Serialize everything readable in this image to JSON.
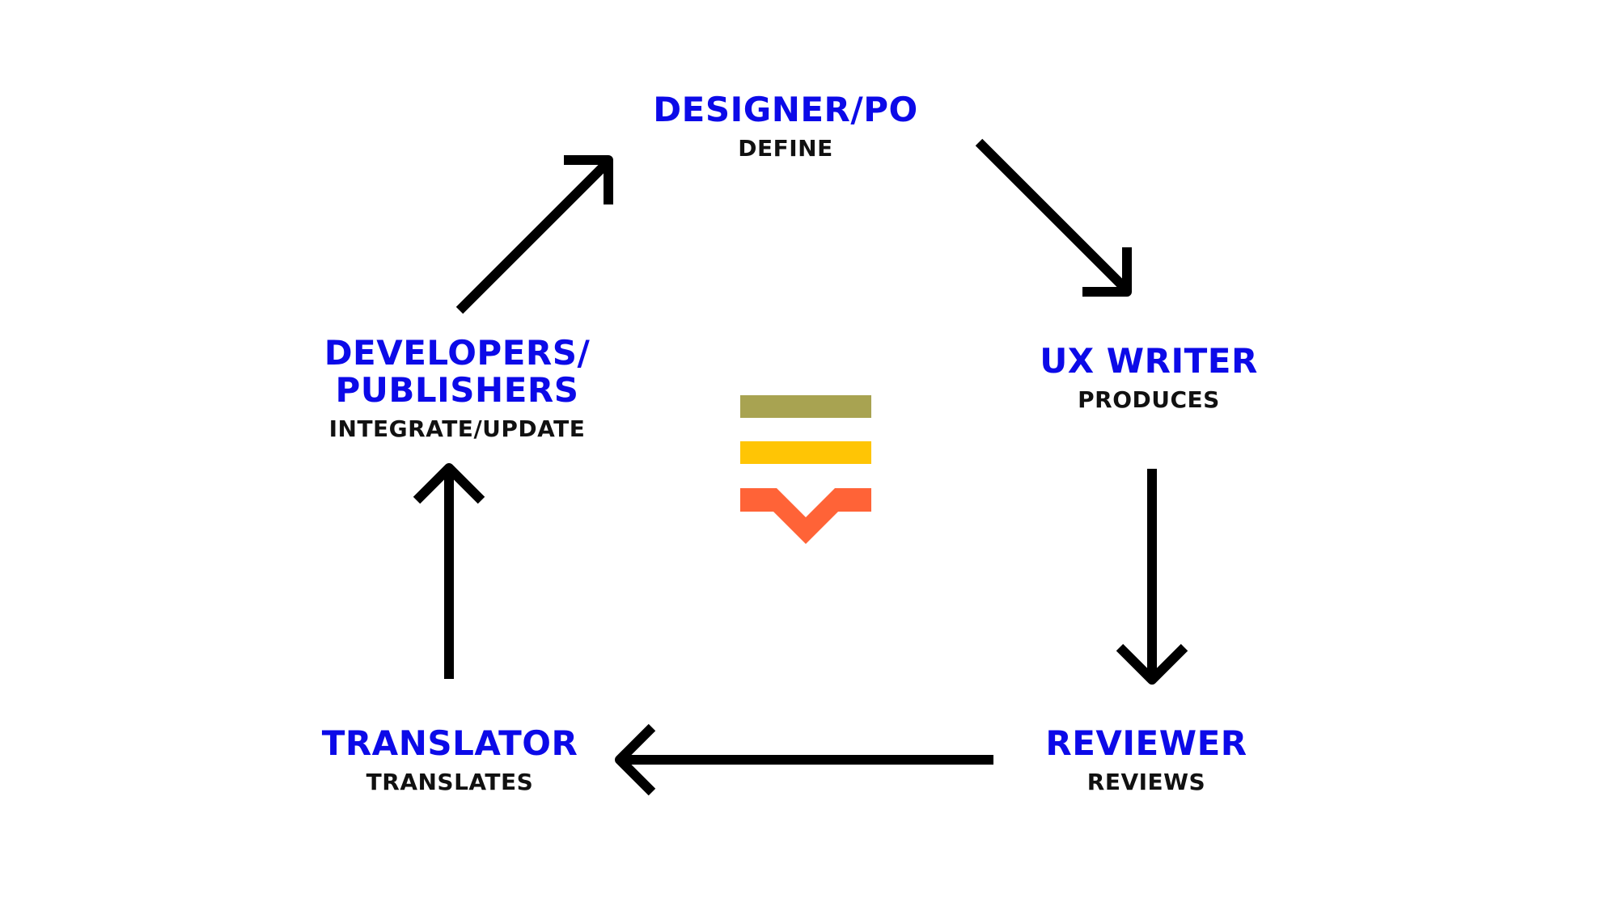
{
  "colors": {
    "role": "#0c0ae8",
    "action": "#111111",
    "arrow": "#000000",
    "logo_bar_top": "#a8a351",
    "logo_bar_middle": "#ffc505",
    "logo_chevron": "#ff6337"
  },
  "nodes": {
    "designer": {
      "role": "DESIGNER/PO",
      "action": "DEFINE"
    },
    "ux_writer": {
      "role": "UX WRITER",
      "action": "PRODUCES"
    },
    "reviewer": {
      "role": "REVIEWER",
      "action": "REVIEWS"
    },
    "translator": {
      "role": "TRANSLATOR",
      "action": "TRANSLATES"
    },
    "developers": {
      "role_line1": "DEVELOPERS/",
      "role_line2": "PUBLISHERS",
      "action": "INTEGRATE/UPDATE"
    }
  },
  "logo": {
    "icon": "stacked-bars-chevron-logo"
  }
}
